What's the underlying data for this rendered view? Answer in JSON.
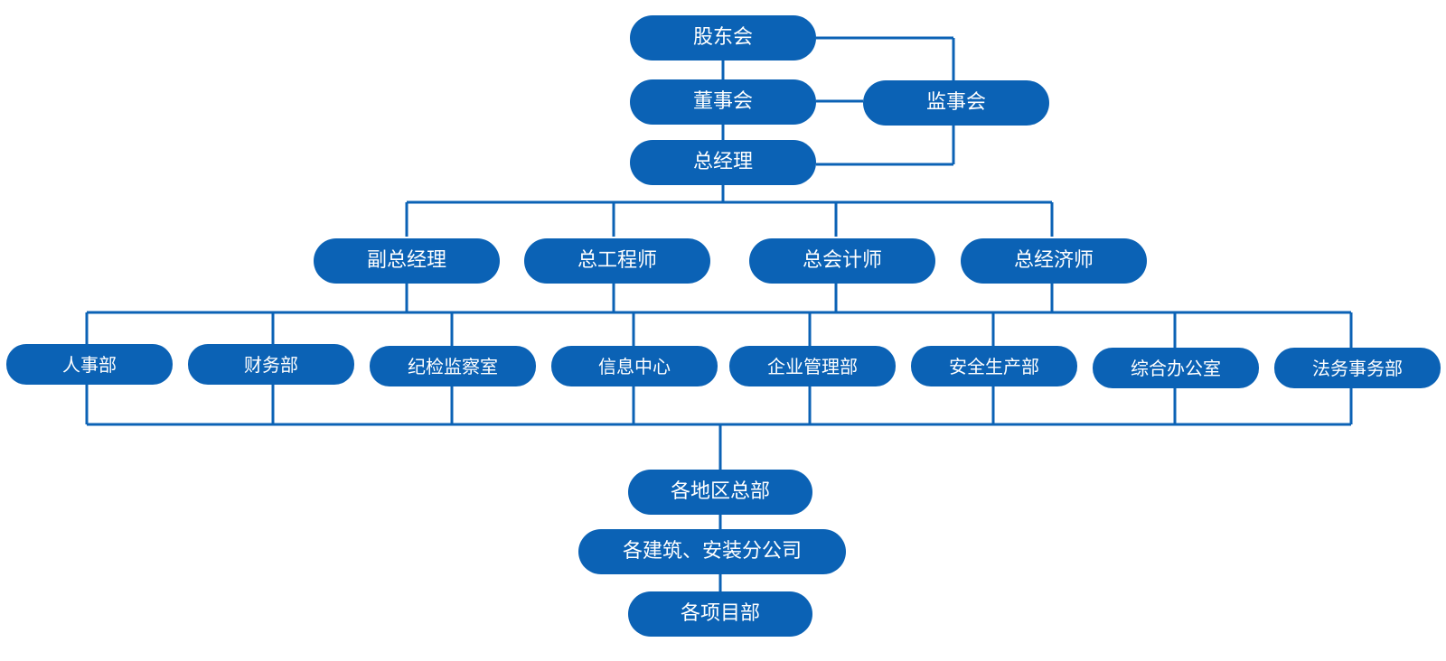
{
  "diagram": {
    "line_color": "#0b62b5",
    "node_color": "#0b62b5",
    "text_color": "#ffffff"
  },
  "nodes": {
    "shareholders": "股东会",
    "board": "董事会",
    "supervisors": "监事会",
    "general_manager": "总经理",
    "deputy_gm": "副总经理",
    "chief_engineer": "总工程师",
    "chief_accountant": "总会计师",
    "chief_economist": "总经济师",
    "departments": [
      "人事部",
      "财务部",
      "纪检监察室",
      "信息中心",
      "企业管理部",
      "安全生产部",
      "综合办公室",
      "法务事务部"
    ],
    "regional_hq": "各地区总部",
    "branches": "各建筑、安装分公司",
    "project_depts": "各项目部"
  }
}
